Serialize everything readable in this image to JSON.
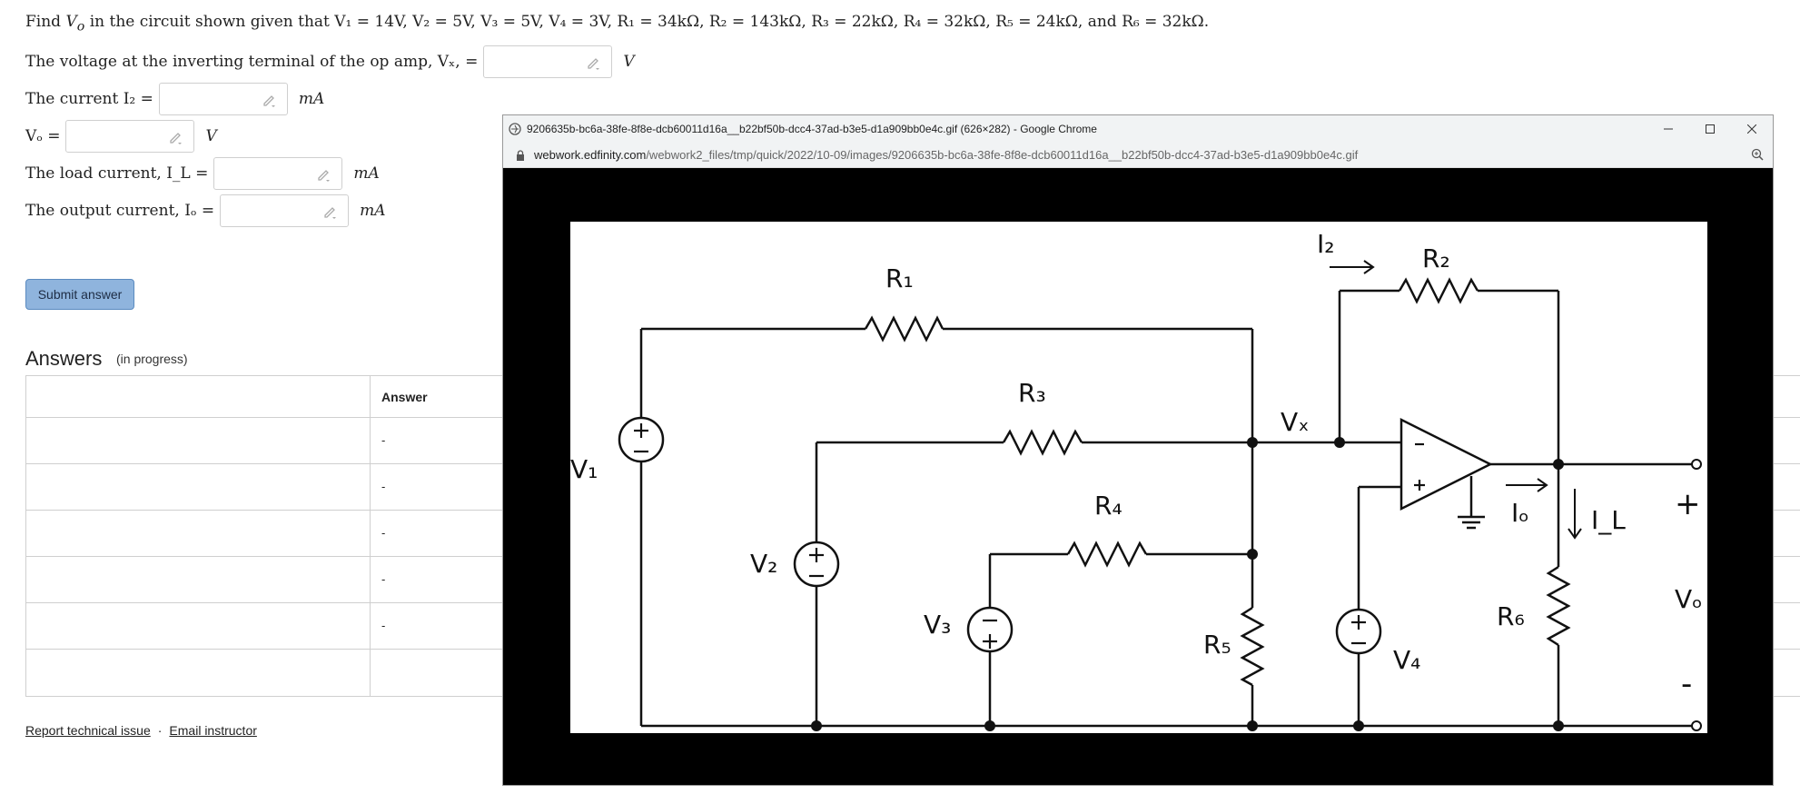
{
  "problem": {
    "find": "Find",
    "var": "V",
    "sub_o": "o",
    "text": "in the circuit shown given that",
    "given": "V₁ = 14V, V₂ = 5V, V₃ = 5V, V₄ = 3V, R₁ = 34kΩ, R₂ = 143kΩ, R₃ = 22kΩ, R₄ = 32kΩ, R₅ = 24kΩ, and R₆ = 32kΩ."
  },
  "questions": [
    {
      "label": "The voltage at the inverting terminal of the op amp, Vₓ, =",
      "unit": "V"
    },
    {
      "label": "The current I₂ =",
      "unit": "mA"
    },
    {
      "label": "Vₒ =",
      "unit": "V"
    },
    {
      "label": "The load current, I_L =",
      "unit": "mA"
    },
    {
      "label": "The output current, Iₒ =",
      "unit": "mA"
    }
  ],
  "submit_label": "Submit answer",
  "answers": {
    "title": "Answers",
    "status": "(in progress)",
    "header_col2": "Answer",
    "rows": [
      "-",
      "-",
      "-",
      "-",
      "-",
      ""
    ]
  },
  "footer": {
    "report": "Report technical issue",
    "separator": "·",
    "email": "Email instructor"
  },
  "popup": {
    "title": "9206635b-bc6a-38fe-8f8e-dcb60011d16a__b22bf50b-dcc4-37ad-b3e5-d1a909bb0e4c.gif (626×282) - Google Chrome",
    "url_domain": "webwork.edfinity.com",
    "url_path": "/webwork2_files/tmp/quick/2022/10-09/images/9206635b-bc6a-38fe-8f8e-dcb60011d16a__b22bf50b-dcc4-37ad-b3e5-d1a909bb0e4c.gif"
  },
  "circuit_labels": {
    "R1": "R₁",
    "R2": "R₂",
    "R3": "R₃",
    "R4": "R₄",
    "R5": "R₅",
    "R6": "R₆",
    "V1": "V₁",
    "V2": "V₂",
    "V3": "V₃",
    "V4": "V₄",
    "I2": "I₂",
    "Io": "Iₒ",
    "IL": "I_L",
    "Vx": "Vₓ",
    "Vo": "Vₒ",
    "plus": "+",
    "minus": "-"
  }
}
